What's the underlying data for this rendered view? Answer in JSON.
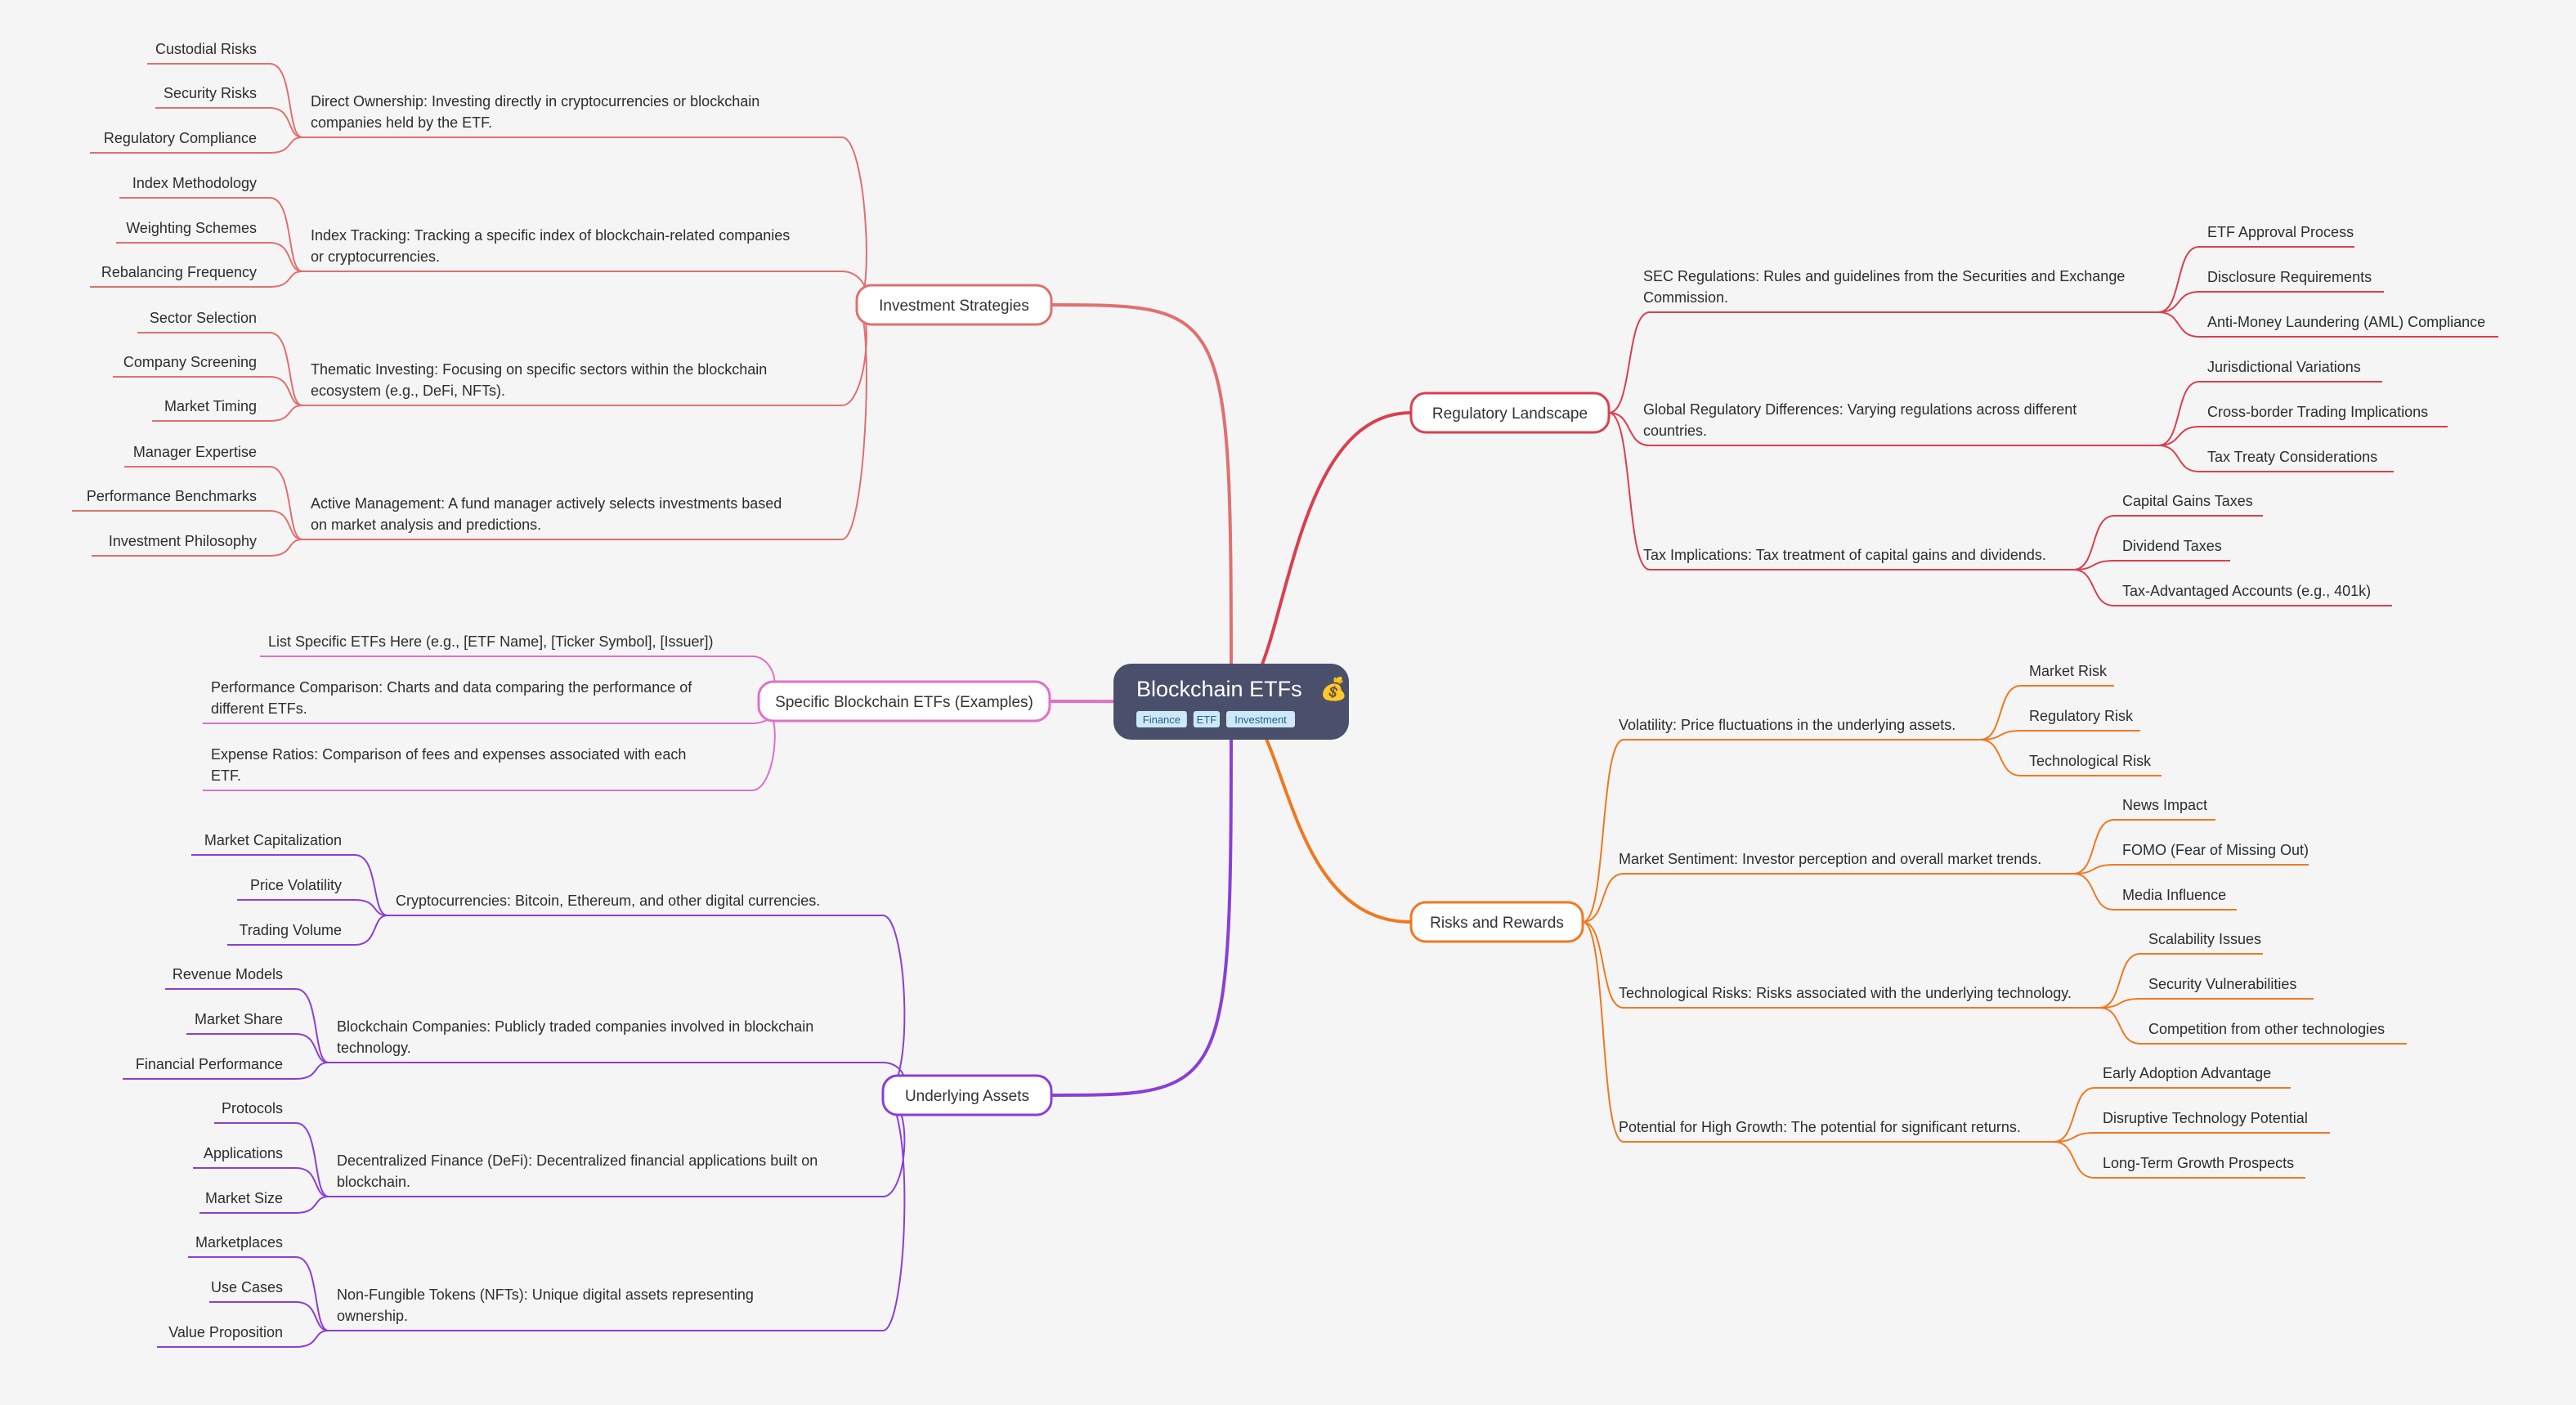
{
  "root": {
    "title": "Blockchain ETFs",
    "emoji": "💰",
    "tags": [
      "Finance",
      "ETF",
      "Investment"
    ],
    "colors": {
      "fill": "#4a4f6b",
      "tag_fill": "#cde9f7"
    }
  },
  "branches": [
    {
      "id": "investment-strategies",
      "label": "Investment Strategies",
      "color": "#e07070",
      "topics": [
        {
          "lines": [
            "Direct Ownership: Investing directly in cryptocurrencies or blockchain",
            "companies held by the ETF."
          ],
          "leaves": [
            "Custodial Risks",
            "Security Risks",
            "Regulatory Compliance"
          ]
        },
        {
          "lines": [
            "Index Tracking: Tracking a specific index of blockchain-related companies",
            "or cryptocurrencies."
          ],
          "leaves": [
            "Index Methodology",
            "Weighting Schemes",
            "Rebalancing Frequency"
          ]
        },
        {
          "lines": [
            "Thematic Investing: Focusing on specific sectors within the blockchain",
            "ecosystem (e.g., DeFi, NFTs)."
          ],
          "leaves": [
            "Sector Selection",
            "Company Screening",
            "Market Timing"
          ]
        },
        {
          "lines": [
            "Active Management:  A fund manager actively selects investments based",
            "on market analysis and predictions."
          ],
          "leaves": [
            "Manager Expertise",
            "Performance Benchmarks",
            "Investment Philosophy"
          ]
        }
      ]
    },
    {
      "id": "specific-blockchain-etfs",
      "label": "Specific Blockchain ETFs (Examples)",
      "color": "#e070c8",
      "topics": [
        {
          "lines": [
            "List Specific ETFs Here (e.g.,  [ETF Name], [Ticker Symbol], [Issuer])"
          ],
          "leaves": []
        },
        {
          "lines": [
            "Performance Comparison: Charts and data comparing the performance of",
            "different ETFs."
          ],
          "leaves": []
        },
        {
          "lines": [
            "Expense Ratios: Comparison of fees and expenses associated with each",
            "ETF."
          ],
          "leaves": []
        }
      ]
    },
    {
      "id": "underlying-assets",
      "label": "Underlying Assets",
      "color": "#8a3fd6",
      "topics": [
        {
          "lines": [
            "Cryptocurrencies:  Bitcoin, Ethereum, and other digital currencies."
          ],
          "leaves": [
            "Market Capitalization",
            "Price Volatility",
            "Trading Volume"
          ]
        },
        {
          "lines": [
            "Blockchain Companies: Publicly traded companies involved in blockchain",
            "technology."
          ],
          "leaves": [
            "Revenue Models",
            "Market Share",
            "Financial Performance"
          ]
        },
        {
          "lines": [
            "Decentralized Finance (DeFi): Decentralized financial applications built on",
            "blockchain."
          ],
          "leaves": [
            "Protocols",
            "Applications",
            "Market Size"
          ]
        },
        {
          "lines": [
            "Non-Fungible Tokens (NFTs): Unique digital assets representing",
            "ownership."
          ],
          "leaves": [
            "Marketplaces",
            "Use Cases",
            "Value Proposition"
          ]
        }
      ]
    },
    {
      "id": "regulatory-landscape",
      "label": "Regulatory Landscape",
      "color": "#d84050",
      "topics": [
        {
          "lines": [
            "SEC Regulations:  Rules and guidelines from the Securities and Exchange",
            "Commission."
          ],
          "leaves": [
            "ETF Approval Process",
            "Disclosure Requirements",
            "Anti-Money Laundering (AML) Compliance"
          ]
        },
        {
          "lines": [
            "Global Regulatory Differences: Varying regulations across different",
            "countries."
          ],
          "leaves": [
            "Jurisdictional Variations",
            "Cross-border Trading Implications",
            "Tax Treaty Considerations"
          ]
        },
        {
          "lines": [
            "Tax Implications: Tax treatment of capital gains and dividends."
          ],
          "leaves": [
            "Capital Gains Taxes",
            "Dividend Taxes",
            "Tax-Advantaged Accounts (e.g., 401k)"
          ]
        }
      ]
    },
    {
      "id": "risks-and-rewards",
      "label": "Risks and Rewards",
      "color": "#f07820",
      "topics": [
        {
          "lines": [
            "Volatility: Price fluctuations in the underlying assets."
          ],
          "leaves": [
            "Market Risk",
            "Regulatory Risk",
            "Technological Risk"
          ]
        },
        {
          "lines": [
            "Market Sentiment:  Investor perception and overall market trends."
          ],
          "leaves": [
            "News Impact",
            "FOMO (Fear of Missing Out)",
            "Media Influence"
          ]
        },
        {
          "lines": [
            "Technological Risks:  Risks associated with the underlying technology."
          ],
          "leaves": [
            "Scalability Issues",
            "Security Vulnerabilities",
            "Competition from other technologies"
          ]
        },
        {
          "lines": [
            "Potential for High Growth:  The potential for significant returns."
          ],
          "leaves": [
            "Early Adoption Advantage",
            "Disruptive Technology Potential",
            "Long-Term Growth Prospects"
          ]
        }
      ]
    }
  ]
}
